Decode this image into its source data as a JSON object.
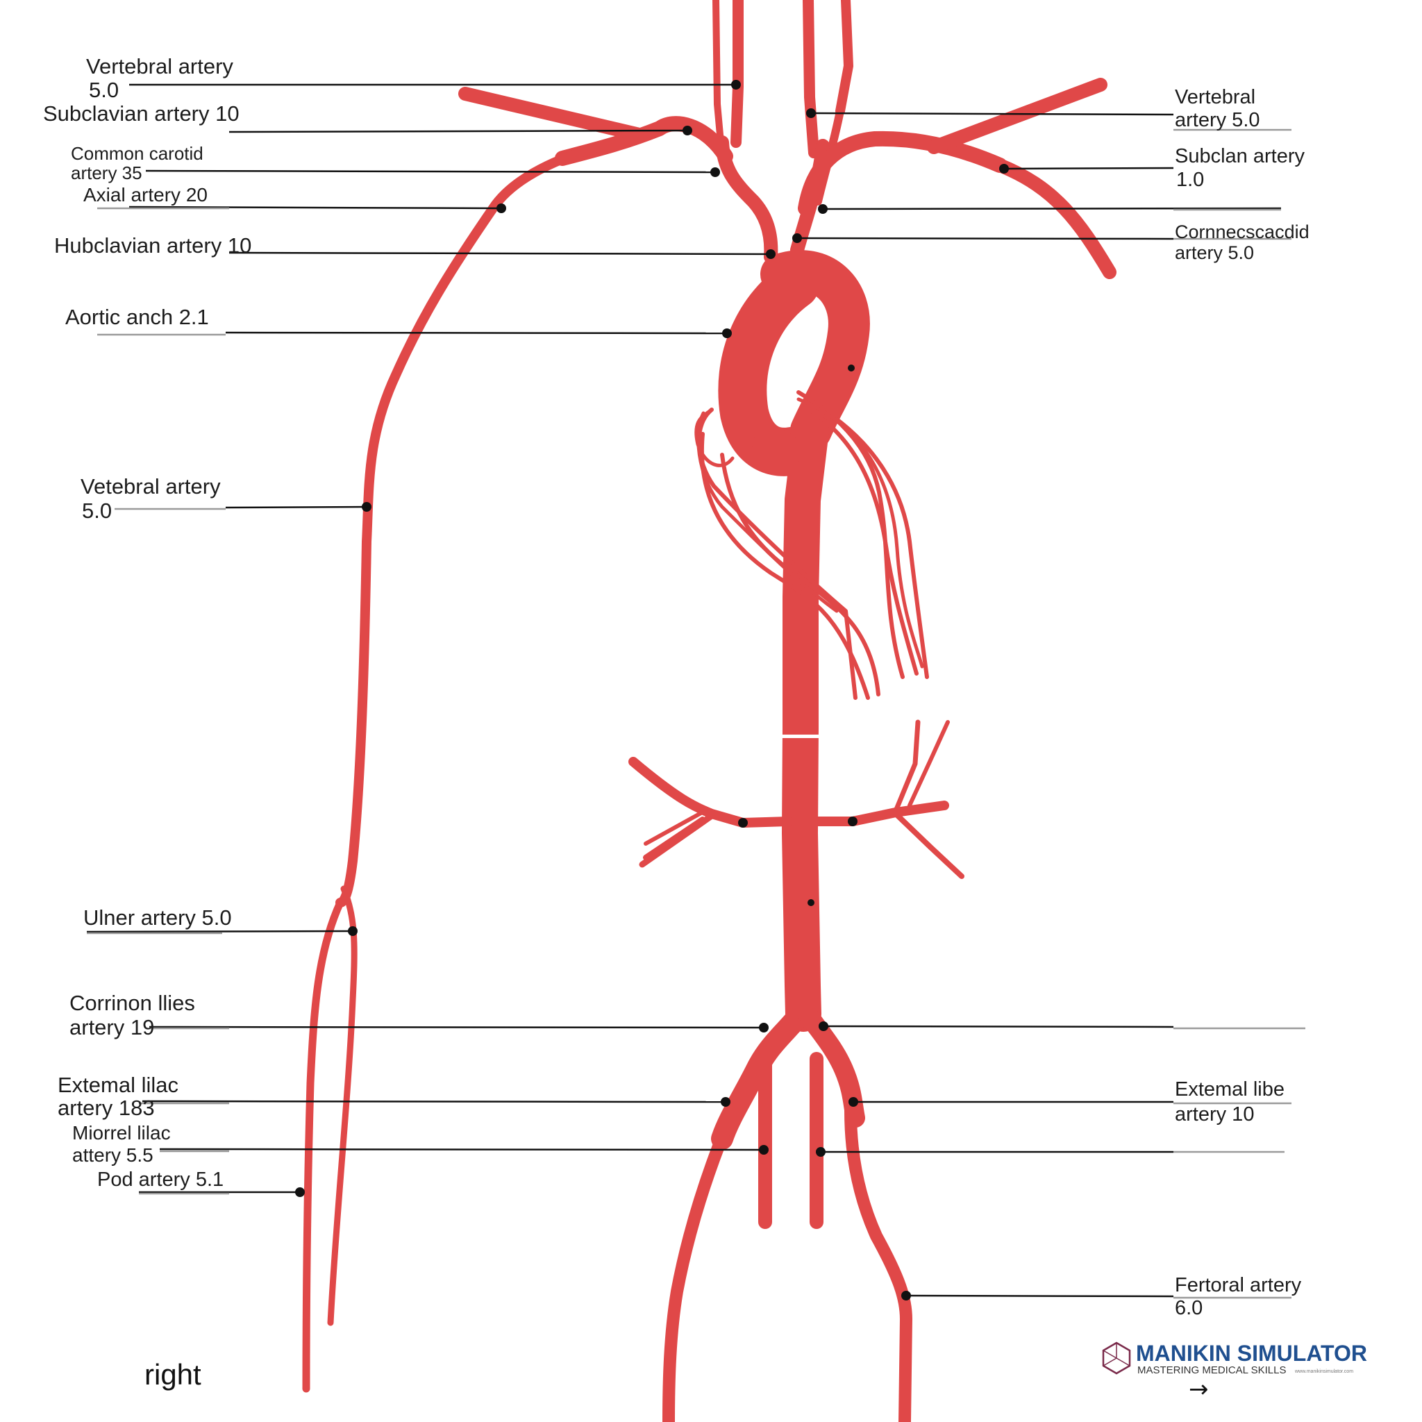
{
  "labels": {
    "l1": [
      "Vertebral artery",
      "5.0"
    ],
    "l2": [
      "Subclavian artery 10"
    ],
    "l3": [
      "Common carotid",
      "artery 35"
    ],
    "l4": [
      "Axial artery 20"
    ],
    "l5": [
      "Hubclavian artery 10"
    ],
    "l6": [
      "Aortic anch 2.1"
    ],
    "l7": [
      "Vetebral artery",
      "5.0"
    ],
    "l8": [
      "Ulner artery 5.0"
    ],
    "l9": [
      "Corrinon llies",
      "artery 19"
    ],
    "l10": [
      "Extemal lilac",
      "artery 183"
    ],
    "l11": [
      "Miorrel lilac",
      "attery 5.5"
    ],
    "l12": [
      "Pod artery 5.1"
    ],
    "r1": [
      "Vertebral",
      "artery 5.0"
    ],
    "r2": [
      "Subclan artery",
      "1.0"
    ],
    "r3": [
      "Cornnecscacdid",
      "artery 5.0"
    ],
    "r4": [
      "Extemal libe",
      "artery 10"
    ],
    "r5": [
      "Fertoral artery",
      "6.0"
    ]
  },
  "corner_label": "right",
  "watermark": {
    "brand": "MANIKIN SIMULATOR",
    "tagline": "MASTERING MEDICAL SKILLS",
    "url": "www.manikinsimulator.com",
    "arrow": "→"
  },
  "colors": {
    "artery": "#e04848",
    "leader": "#111111"
  }
}
